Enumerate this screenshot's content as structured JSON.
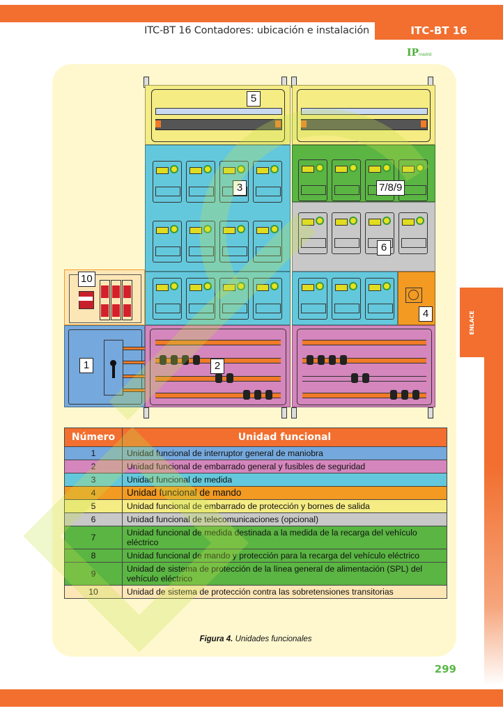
{
  "header": {
    "title": "ITC-BT 16 Contadores: ubicación e instalación",
    "tab_label": "ITC-BT 16",
    "logo_text_big": "IP",
    "logo_text_small": "madrid"
  },
  "side_tab": {
    "label": "ENLACE"
  },
  "page_number": "299",
  "colors": {
    "brand_orange": "#f26f2f",
    "panel_cream": "#fff8cf",
    "page_number_green": "#5cb848",
    "unit_1": "#75a8dc",
    "unit_2": "#d586bd",
    "unit_3": "#64c8dc",
    "unit_4": "#f29a22",
    "unit_5": "#f5ec84",
    "unit_6": "#c8c8c8",
    "unit_7_8_9": "#5ab543",
    "unit_10": "#fde6b6"
  },
  "diagram": {
    "labels": {
      "unit_1": "1",
      "unit_2": "2",
      "unit_3": "3",
      "unit_4": "4",
      "unit_5": "5",
      "unit_6": "6",
      "unit_7_8_9": "7/8/9",
      "unit_10": "10"
    }
  },
  "table": {
    "headers": [
      "Número",
      "Unidad funcional"
    ],
    "rows": [
      {
        "number": "1",
        "description": "Unidad funcional de interruptor general de maniobra",
        "color": "#75a8dc"
      },
      {
        "number": "2",
        "description": "Unidad funcional de embarrado general y fusibles de seguridad",
        "color": "#d586bd"
      },
      {
        "number": "3",
        "description": "Unidad funcional de medida",
        "color": "#64c8dc"
      },
      {
        "number": "4",
        "description": "Unidad funcional de mando",
        "color": "#f29a22"
      },
      {
        "number": "5",
        "description": "Unidad funcional de embarrado de protección y bornes de salida",
        "color": "#f5ec84"
      },
      {
        "number": "6",
        "description": "Unidad funcional de telecomunicaciones (opcional)",
        "color": "#c8c8c8"
      },
      {
        "number": "7",
        "description": "Unidad funcional de medida destinada a la medida de la recarga del vehículo eléctrico",
        "color": "#5ab543"
      },
      {
        "number": "8",
        "description": "Unidad funcional de mando y protección para la recarga del vehículo eléctrico",
        "color": "#5ab543"
      },
      {
        "number": "9",
        "description": "Unidad de sistema de protección de la línea general de alimentación (SPL) del vehículo eléctrico",
        "color": "#5ab543"
      },
      {
        "number": "10",
        "description": "Unidad de sistema de protección contra las sobretensiones transitorias",
        "color": "#fde6b6"
      }
    ]
  },
  "caption": {
    "bold": "Figura 4.",
    "text": " Unidades funcionales"
  }
}
